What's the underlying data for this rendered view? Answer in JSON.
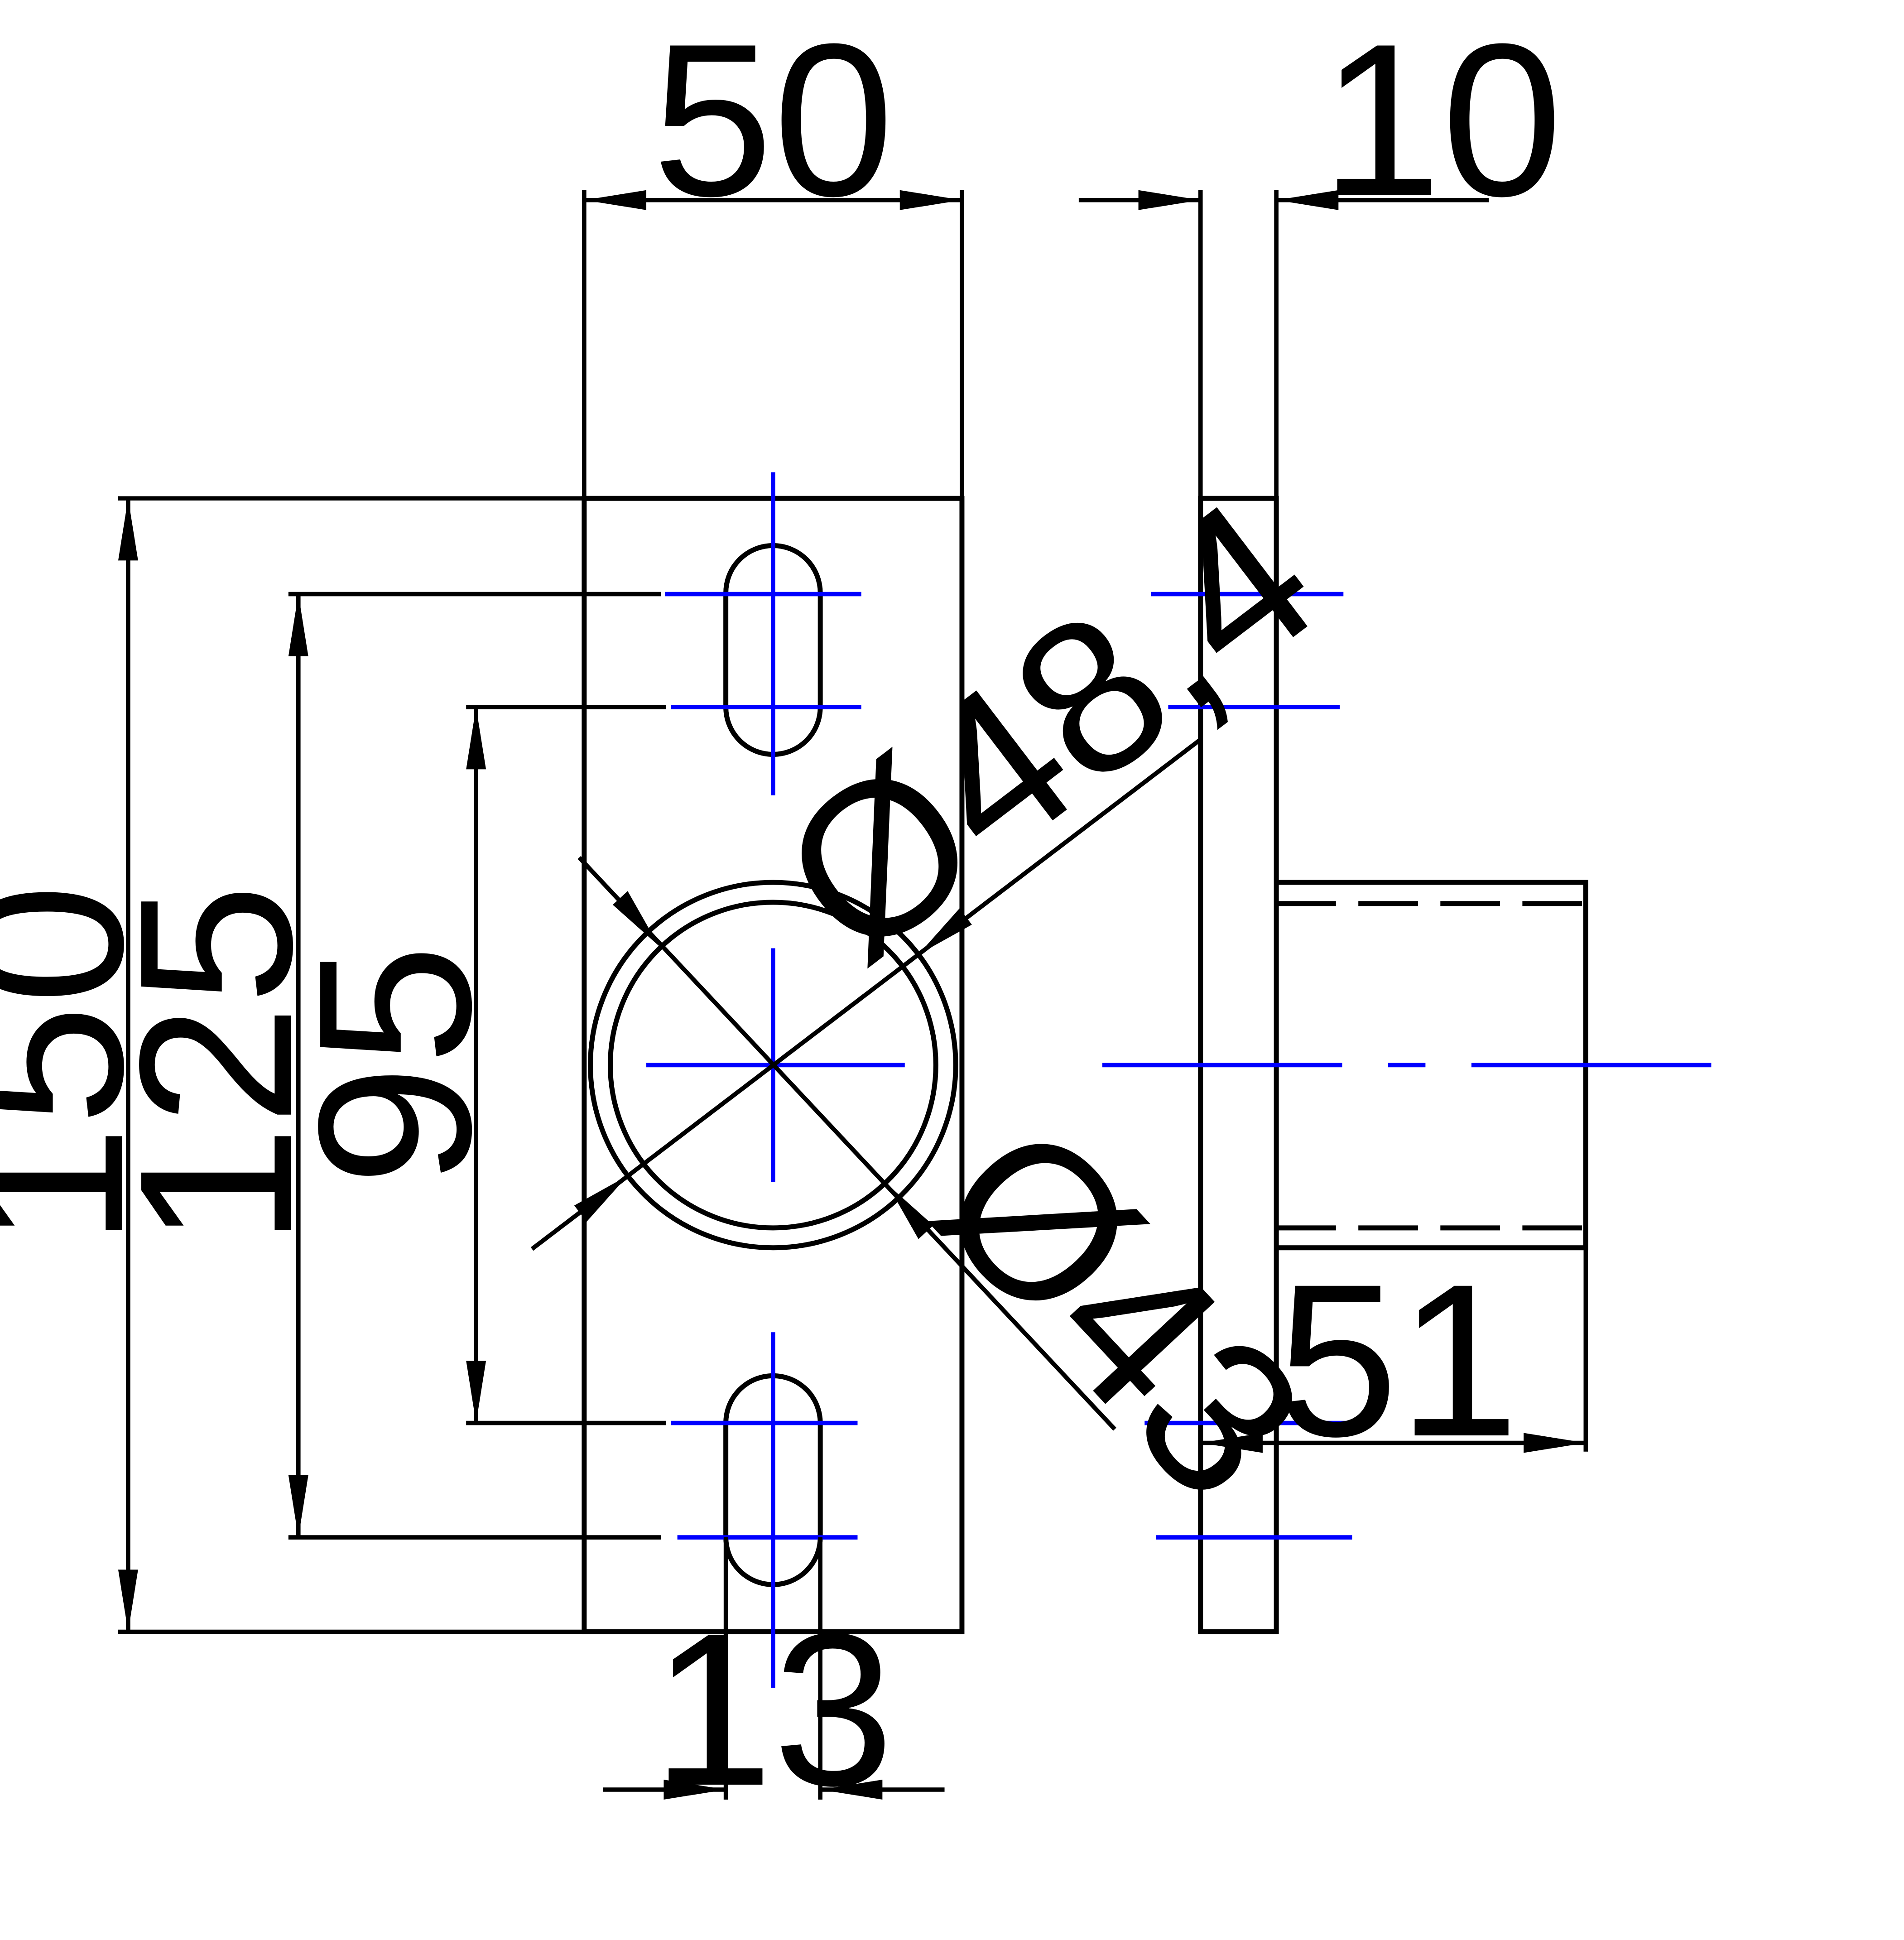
{
  "colors": {
    "outline": "#000000",
    "centerline": "#0000ff",
    "background": "#ffffff"
  },
  "dimensions": {
    "plate_width": "50",
    "plate_thickness": "10",
    "overall_height": "150",
    "outer_slot_spacing": "125",
    "inner_slot_spacing": "95",
    "outer_diameter": "Ø48,4",
    "inner_diameter": "Ø43",
    "tube_length": "51",
    "slot_width": "13"
  }
}
